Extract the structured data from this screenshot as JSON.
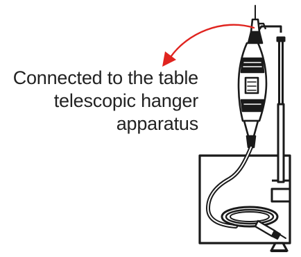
{
  "caption": {
    "lines": [
      "Connected to the table",
      "telescopic hanger",
      "apparatus"
    ]
  },
  "colors": {
    "ink": "#1a1a1a",
    "arrow": "#e0241f",
    "background": "#ffffff"
  },
  "icons": {
    "tool": "rotary-tool-icon",
    "hanger": "telescopic-hanger-icon",
    "table": "table-icon",
    "arrow": "curved-arrow-icon"
  }
}
